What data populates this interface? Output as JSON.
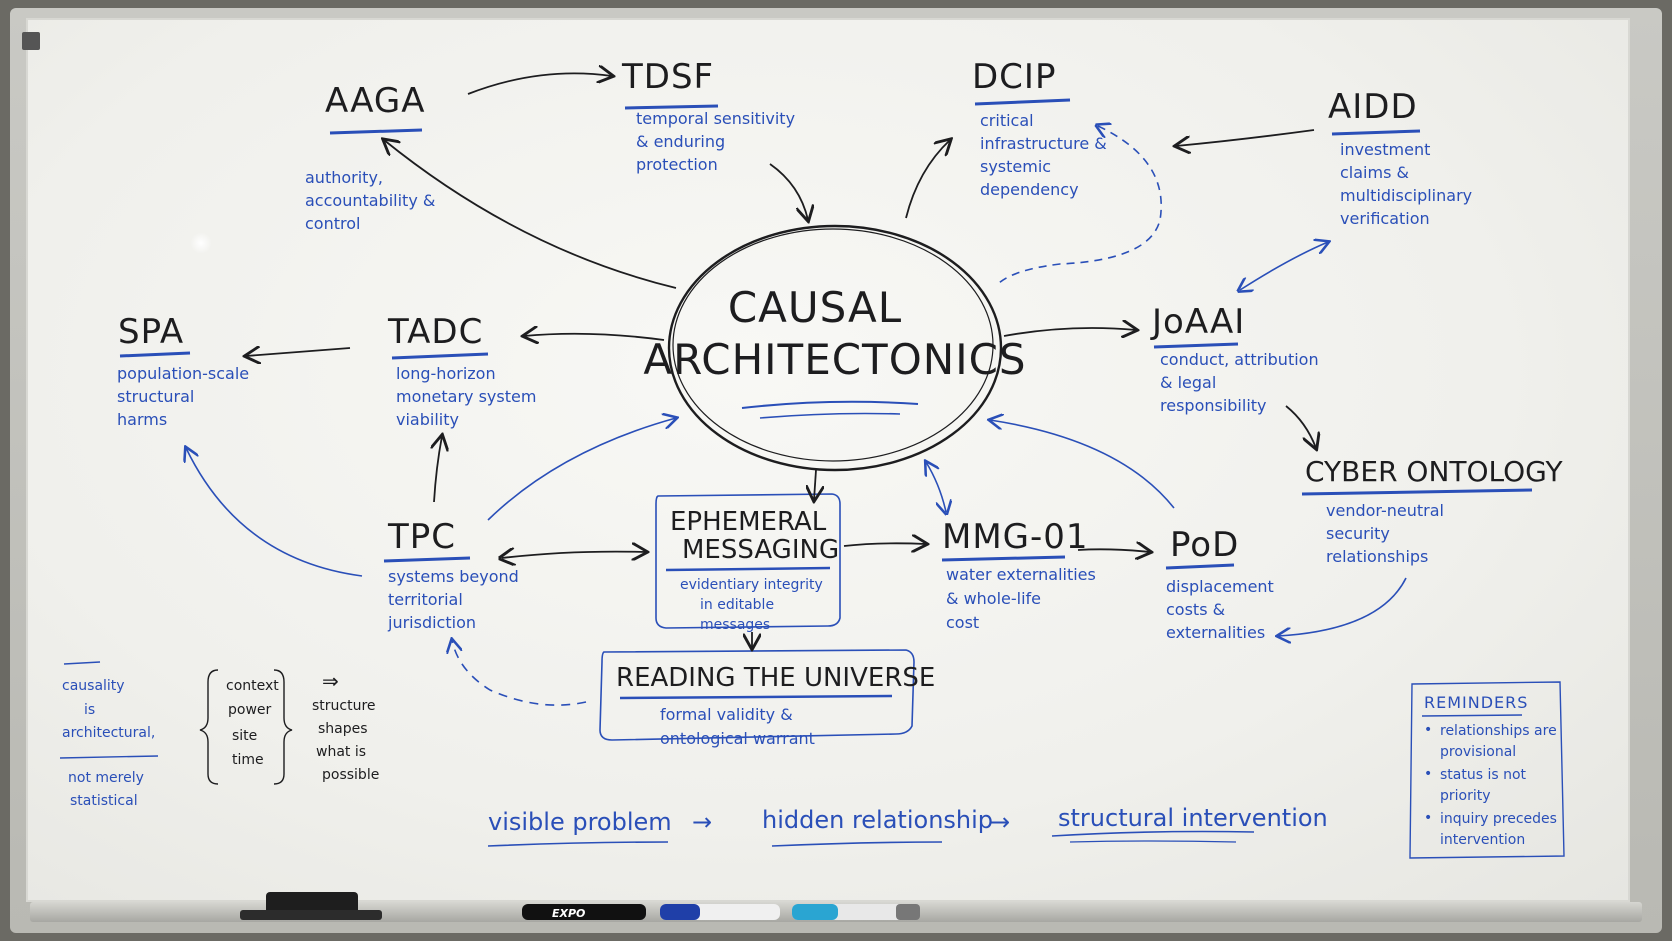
{
  "center": {
    "line1": "CAUSAL",
    "line2": "ARCHITECTONICS"
  },
  "nodes": {
    "aaga": {
      "title": "AAGA",
      "desc": [
        "authority,",
        "accountability &",
        "control"
      ]
    },
    "tdsf": {
      "title": "TDSF",
      "desc": [
        "temporal sensitivity",
        "& enduring",
        "protection"
      ]
    },
    "dcip": {
      "title": "DCIP",
      "desc": [
        "critical",
        "infrastructure &",
        "systemic",
        "dependency"
      ]
    },
    "aidd": {
      "title": "AIDD",
      "desc": [
        "investment",
        "claims &",
        "multidisciplinary",
        "verification"
      ]
    },
    "spa": {
      "title": "SPA",
      "desc": [
        "population-scale",
        "structural",
        "harms"
      ]
    },
    "tadc": {
      "title": "TADC",
      "desc": [
        "long-horizon",
        "monetary system",
        "viability"
      ]
    },
    "joaai": {
      "title": "JoAAI",
      "desc": [
        "conduct, attribution",
        "& legal",
        "responsibility"
      ]
    },
    "cyber": {
      "title": "CYBER ONTOLOGY",
      "desc": [
        "vendor-neutral",
        "security",
        "relationships"
      ]
    },
    "tpc": {
      "title": "TPC",
      "desc": [
        "systems beyond",
        "territorial",
        "jurisdiction"
      ]
    },
    "ephemeral": {
      "title1": "EPHEMERAL",
      "title2": "MESSAGING",
      "desc": [
        "evidentiary integrity",
        "in editable",
        "messages"
      ]
    },
    "mmg": {
      "title": "MMG-01",
      "desc": [
        "water externalities",
        "& whole-life",
        "cost"
      ]
    },
    "pod": {
      "title": "PoD",
      "desc": [
        "displacement",
        "costs &",
        "externalities"
      ]
    },
    "reading": {
      "title": "READING THE UNIVERSE",
      "desc": [
        "formal validity &",
        "ontological warrant"
      ]
    }
  },
  "notes": {
    "causality": [
      "causality",
      "is",
      "architectural,"
    ],
    "statistical": [
      "not merely",
      "statistical"
    ],
    "brace": [
      "context",
      "power",
      "site",
      "time"
    ],
    "implies": "⇒",
    "shapes": [
      "structure",
      "shapes",
      "what is",
      "possible"
    ]
  },
  "flow": {
    "a": "visible problem",
    "b": "hidden relationship",
    "c": "structural intervention",
    "arrow": "→"
  },
  "reminders": {
    "title": "REMINDERS",
    "items": [
      [
        "relationships are",
        "provisional"
      ],
      [
        "status is not",
        "priority"
      ],
      [
        "inquiry precedes",
        "intervention"
      ]
    ]
  },
  "markers": {
    "brand": "EXPO"
  },
  "colors": {
    "ink_black": "#1d1d1f",
    "ink_blue": "#2a4fb8",
    "board": "#f4f4f0"
  }
}
